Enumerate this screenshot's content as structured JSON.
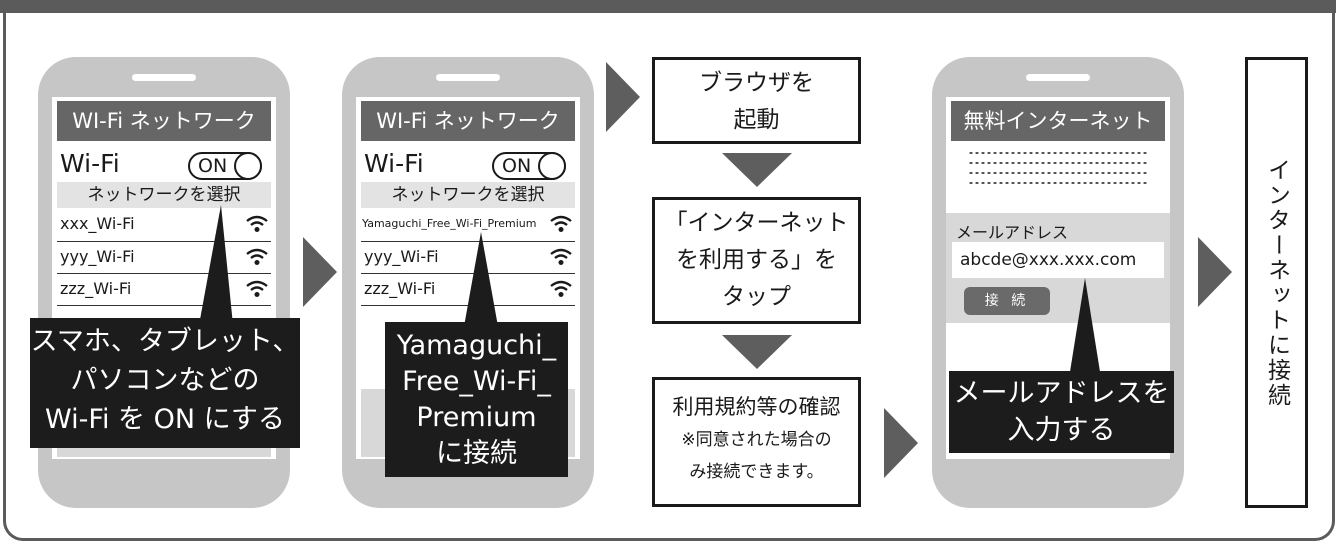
{
  "phone1": {
    "header": "WI-Fi ネットワーク",
    "wifi_label": "Wi-Fi",
    "toggle": "ON",
    "subheader": "ネットワークを選択",
    "networks": [
      "xxx_Wi-Fi",
      "yyy_Wi-Fi",
      "zzz_Wi-Fi"
    ],
    "callout": [
      "スマホ、タブレット、",
      "パソコンなどの",
      "Wi-Fi を ON にする"
    ]
  },
  "phone2": {
    "header": "WI-Fi ネットワーク",
    "wifi_label": "Wi-Fi",
    "toggle": "ON",
    "subheader": "ネットワークを選択",
    "networks": [
      "Yamaguchi_Free_Wi-Fi_Premium",
      "yyy_Wi-Fi",
      "zzz_Wi-Fi"
    ],
    "callout": [
      "Yamaguchi_",
      "Free_Wi-Fi_",
      "Premium",
      "に接続"
    ]
  },
  "steps": {
    "browser": [
      "ブラウザを",
      "起動"
    ],
    "tap": [
      "「インターネット",
      "を利用する」を",
      "タップ"
    ],
    "terms": [
      "利用規約等の確認",
      "※同意された場合の",
      "み接続できます。"
    ]
  },
  "phone3": {
    "header": "無料インターネット",
    "email_label": "メールアドレス",
    "email_value": "abcde@xxx.xxx.com",
    "connect": "接 続",
    "callout": [
      "メールアドレスを",
      "入力する"
    ]
  },
  "final": "インターネットに接続",
  "colors": {
    "frame": "#5b5b5b",
    "phone_body": "#c6c6c6",
    "screen_header": "#666666",
    "arrow": "#5e5e5e",
    "callout": "#1c1c1c"
  }
}
